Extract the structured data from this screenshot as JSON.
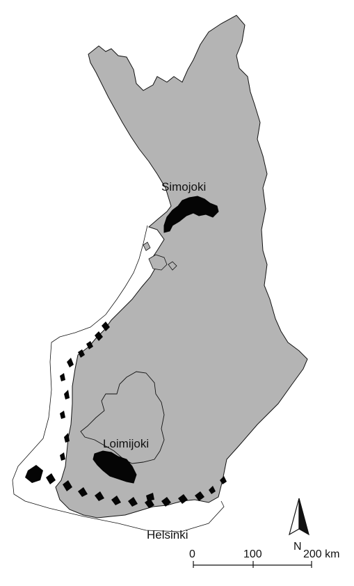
{
  "map": {
    "places": {
      "simojoki": "Simojoki",
      "loimijoki": "Loimijoki",
      "helsinki": "Helsinki"
    },
    "north_arrow": "N",
    "scale_bar": {
      "ticks": [
        "0",
        "100",
        "200 km"
      ]
    },
    "colors": {
      "land": "#b4b4b4",
      "outline": "#111111",
      "catchment": "#050505",
      "background": "#ffffff"
    }
  }
}
